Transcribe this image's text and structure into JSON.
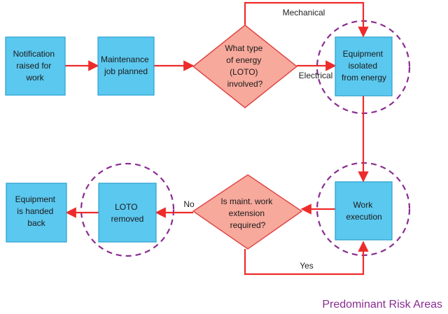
{
  "colors": {
    "box_fill": "#5bc8ef",
    "box_stroke": "#2a9fd0",
    "diamond_fill": "#f7a99c",
    "diamond_stroke": "#e04848",
    "arrow": "#ee2b2b",
    "risk_circle": "#8a2c92",
    "legend_text": "#8a2c92"
  },
  "nodes": {
    "notification": {
      "lines": [
        "Notification",
        "raised for",
        "work"
      ]
    },
    "maint_planned": {
      "lines": [
        "Maintenance",
        "job planned"
      ]
    },
    "energy_type": {
      "lines": [
        "What type",
        "of energy",
        "(LOTO)",
        "involved?"
      ]
    },
    "isolated": {
      "lines": [
        "Equipment",
        "isolated",
        "from energy"
      ]
    },
    "work_exec": {
      "lines": [
        "Work",
        "execution"
      ]
    },
    "extension": {
      "lines": [
        "Is maint. work",
        "extension",
        "required?"
      ]
    },
    "loto_removed": {
      "lines": [
        "LOTO",
        "removed"
      ]
    },
    "handed_back": {
      "lines": [
        "Equipment",
        "is handed",
        "back"
      ]
    }
  },
  "edge_labels": {
    "mechanical": "Mechanical",
    "electrical": "Electrical",
    "no": "No",
    "yes": "Yes"
  },
  "legend": {
    "text": "Predominant Risk Areas"
  }
}
